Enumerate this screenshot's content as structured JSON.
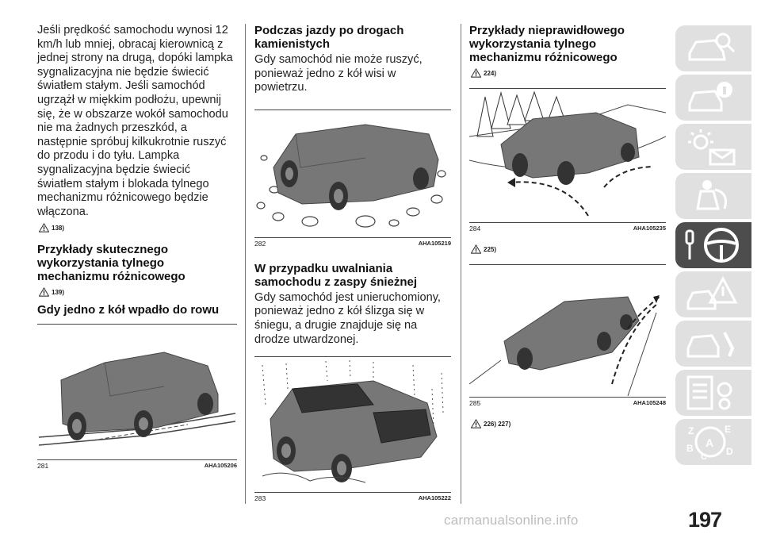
{
  "column1": {
    "paragraph": "Jeśli prędkość samochodu wynosi 12 km/h lub mniej, obracaj kierownicą z jednej strony na drugą, dopóki lampka sygnalizacyjna nie będzie świecić światłem stałym. Jeśli samochód ugrzążł w miękkim podłożu, upewnij się, że w obszarze wokół samochodu nie ma żadnych przeszkód, a następnie spróbuj kilkukrotnie ruszyć do przodu i do tyłu. Lampka sygnalizacyjna będzie świecić światłem stałym i blokada tylnego mechanizmu różnicowego będzie włączona.",
    "note1": "138)",
    "heading_good": "Przykłady skutecznego wykorzystania tylnego mechanizmu różnicowego",
    "note2": "139)",
    "heading_ditch": "Gdy jedno z kół wpadło do rowu",
    "figure": {
      "number": "281",
      "ref": "AHA105206"
    }
  },
  "column2": {
    "heading_rough": "Podczas jazdy po drogach kamienistych",
    "para_rough": "Gdy samochód nie może ruszyć, ponieważ jedno z kół wisi w powietrzu.",
    "figure1": {
      "number": "282",
      "ref": "AHA105219"
    },
    "heading_snow": "W przypadku uwalniania samochodu z zaspy śnieżnej",
    "para_snow": "Gdy samochód jest unieruchomiony, ponieważ jedno z kół ślizga się w śniegu, a drugie znajduje się na drodze utwardzonej.",
    "figure2": {
      "number": "283",
      "ref": "AHA105222"
    }
  },
  "column3": {
    "heading_bad": "Przykłady nieprawidłowego wykorzystania tylnego mechanizmu różnicowego",
    "note1": "224)",
    "figure1": {
      "number": "284",
      "ref": "AHA105235"
    },
    "note2": "225)",
    "figure2": {
      "number": "285",
      "ref": "AHA105248"
    },
    "note3": "226) 227)"
  },
  "sidebar": {
    "tabs": [
      "car-search-icon",
      "car-info-icon",
      "warning-lights-icon",
      "safety-icon",
      "steering-wheel-key-icon",
      "road-hazard-icon",
      "car-service-icon",
      "specs-icon",
      "alphabet-index-icon"
    ],
    "active_index": 4
  },
  "page_number": "197",
  "watermark": "carmanualsonline.info",
  "colors": {
    "tab_active": "#4d4d4d",
    "tab_inactive": "#e0e0e0",
    "car_body": "#777777"
  }
}
